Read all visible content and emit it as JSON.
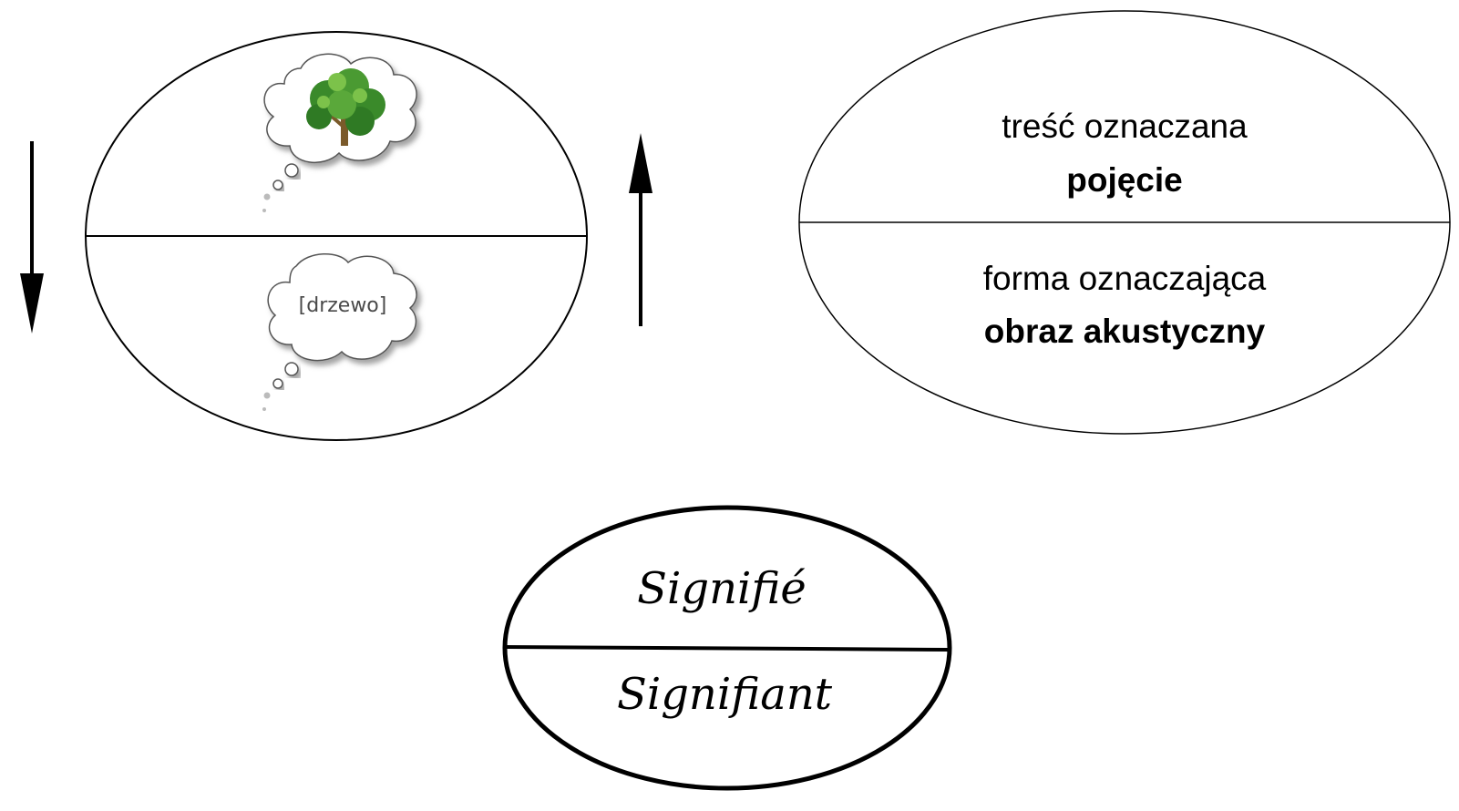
{
  "left_diagram": {
    "sound_word": "[drzewo]",
    "concept_icon": "tree-icon",
    "arrow_down_icon": "arrow-down-icon",
    "arrow_up_icon": "arrow-up-icon"
  },
  "right_diagram": {
    "top_line1": "treść oznaczana",
    "top_line2": "pojęcie",
    "bottom_line1": "forma oznaczająca",
    "bottom_line2": "obraz akustyczny"
  },
  "bottom_diagram": {
    "top_label": "Signifié",
    "bottom_label": "Signifiant"
  },
  "colors": {
    "stroke": "#000000",
    "tree_leaf": "#3a8a2a",
    "tree_leaf_light": "#7cc24a",
    "trunk": "#7a5a2a",
    "cloud_shadow": "#b8b8b8"
  }
}
